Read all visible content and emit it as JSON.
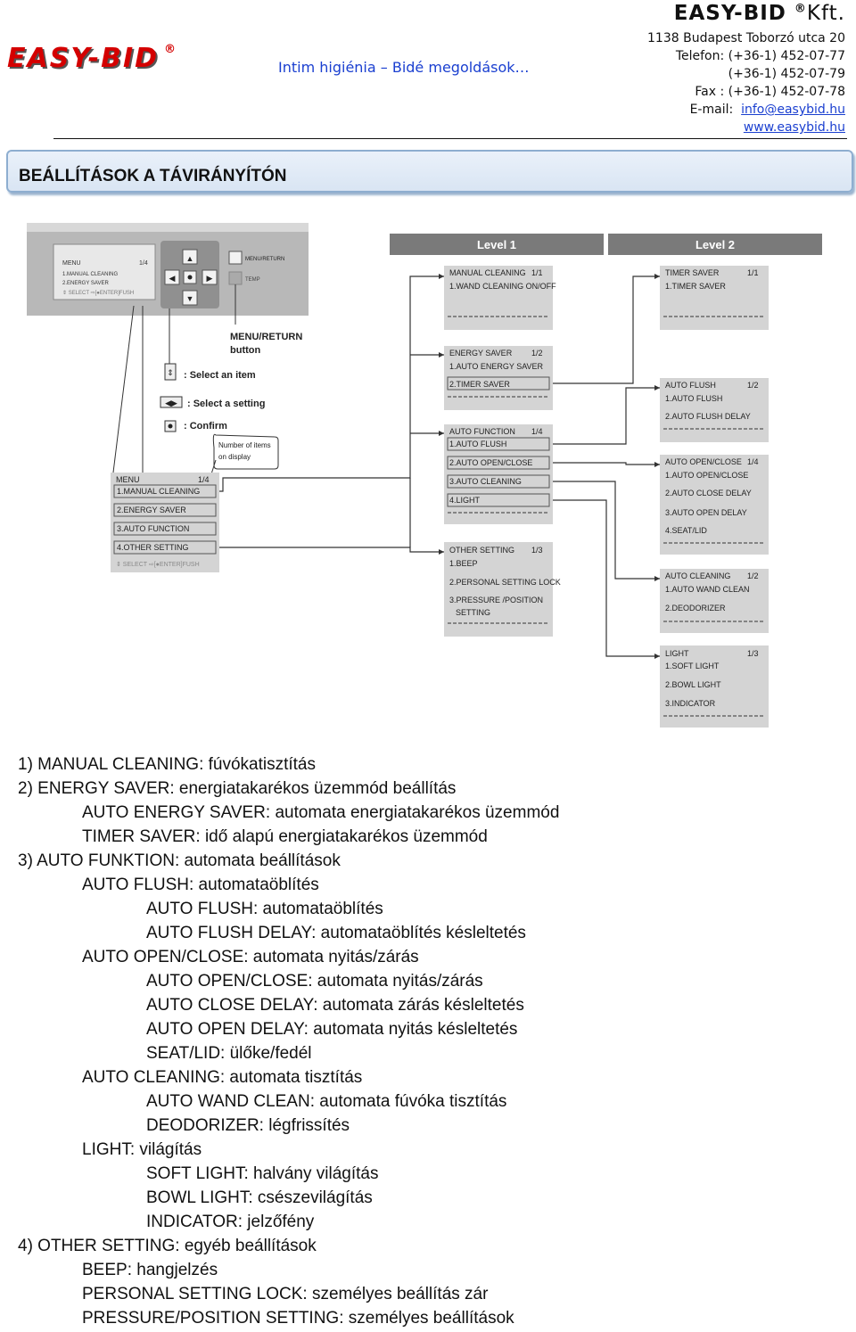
{
  "header": {
    "logo_text": "EASY-BID",
    "logo_reg": "®",
    "tagline": "Intim higiénia – Bidé megoldások…",
    "company_name": "EASY-BID",
    "company_reg": "®",
    "company_suffix": "Kft.",
    "address": "1138 Budapest Toborzó utca 20",
    "phone1": "Telefon: (+36-1) 452-07-77",
    "phone2": "(+36-1) 452-07-79",
    "fax": "Fax : (+36-1) 452-07-78",
    "email_label": "E-mail:",
    "email": "info@easybid.hu",
    "website": "www.easybid.hu"
  },
  "section_title": "BEÁLLÍTÁSOK A TÁVIRÁNYÍTÓN",
  "figure": {
    "remote": {
      "menu_label": "MENU",
      "menu_count": "1/4",
      "menu_items": [
        "1.MANUAL CLEANING",
        "2.ENERGY SAVER"
      ],
      "menu_footer": "⇕ SELECT ⇨[●ENTER]FUSH",
      "menu_return": "MENU/RETURN",
      "temp": "TEMP"
    },
    "callouts": {
      "menu_return_button": "MENU/RETURN",
      "menu_return_button2": "button",
      "select_item": ": Select an item",
      "select_setting": ": Select a setting",
      "confirm": ": Confirm",
      "number_items": "Number of items",
      "number_items2": "on display"
    },
    "level1": "Level 1",
    "level2": "Level 2",
    "main_menu": {
      "title": "MENU",
      "count": "1/4",
      "items": [
        "1.MANUAL CLEANING",
        "2.ENERGY SAVER",
        "3.AUTO FUNCTION",
        "4.OTHER SETTING"
      ],
      "footer": "⇕ SELECT ⇨[●ENTER]FUSH"
    },
    "level1_menus": [
      {
        "title": "MANUAL CLEANING",
        "count": "1/1",
        "items": [
          "1.WAND CLEANING ON/OFF"
        ]
      },
      {
        "title": "ENERGY SAVER",
        "count": "1/2",
        "items": [
          "1.AUTO ENERGY SAVER",
          "2.TIMER SAVER"
        ]
      },
      {
        "title": "AUTO FUNCTION",
        "count": "1/4",
        "items": [
          "1.AUTO FLUSH",
          "2.AUTO OPEN/CLOSE",
          "3.AUTO CLEANING",
          "4.LIGHT"
        ]
      },
      {
        "title": "OTHER SETTING",
        "count": "1/3",
        "items": [
          "1.BEEP",
          "2.PERSONAL SETTING LOCK",
          "3.PRESSURE /POSITION",
          "SETTING"
        ]
      }
    ],
    "level2_menus": [
      {
        "title": "TIMER SAVER",
        "count": "1/1",
        "items": [
          "1.TIMER SAVER"
        ]
      },
      {
        "title": "AUTO FLUSH",
        "count": "1/2",
        "items": [
          "1.AUTO FLUSH",
          "2.AUTO FLUSH DELAY"
        ]
      },
      {
        "title": "AUTO OPEN/CLOSE",
        "count": "1/4",
        "items": [
          "1.AUTO OPEN/CLOSE",
          "2.AUTO CLOSE DELAY",
          "3.AUTO OPEN DELAY",
          "4.SEAT/LID"
        ]
      },
      {
        "title": "AUTO CLEANING",
        "count": "1/2",
        "items": [
          "1.AUTO WAND CLEAN",
          "2.DEODORIZER"
        ]
      },
      {
        "title": "LIGHT",
        "count": "1/3",
        "items": [
          "1.SOFT LIGHT",
          "2.BOWL LIGHT",
          "3.INDICATOR"
        ]
      }
    ]
  },
  "lines": [
    "1) MANUAL CLEANING: fúvókatisztítás",
    "2) ENERGY SAVER: energiatakarékos üzemmód beállítás",
    "AUTO ENERGY SAVER: automata energiatakarékos üzemmód",
    "TIMER SAVER: idő alapú energiatakarékos üzemmód",
    "3) AUTO FUNKTION: automata beállítások",
    "AUTO FLUSH: automataöblítés",
    "AUTO FLUSH: automataöblítés",
    "AUTO FLUSH DELAY: automataöblítés késleltetés",
    "AUTO OPEN/CLOSE: automata nyitás/zárás",
    "AUTO OPEN/CLOSE: automata nyitás/zárás",
    "AUTO CLOSE DELAY: automata zárás késleltetés",
    "AUTO OPEN DELAY: automata nyitás késleltetés",
    "SEAT/LID: ülőke/fedél",
    "AUTO CLEANING: automata tisztítás",
    "AUTO WAND CLEAN: automata fúvóka tisztítás",
    "DEODORIZER: légfrissítés",
    "LIGHT: világítás",
    "SOFT LIGHT: halvány világítás",
    "BOWL LIGHT: csészevilágítás",
    "INDICATOR: jelzőfény",
    "4) OTHER SETTING: egyéb beállítások",
    "BEEP: hangjelzés",
    "PERSONAL SETTING LOCK: személyes beállítás zár",
    "PRESSURE/POSITION SETTING: személyes beállítások"
  ]
}
